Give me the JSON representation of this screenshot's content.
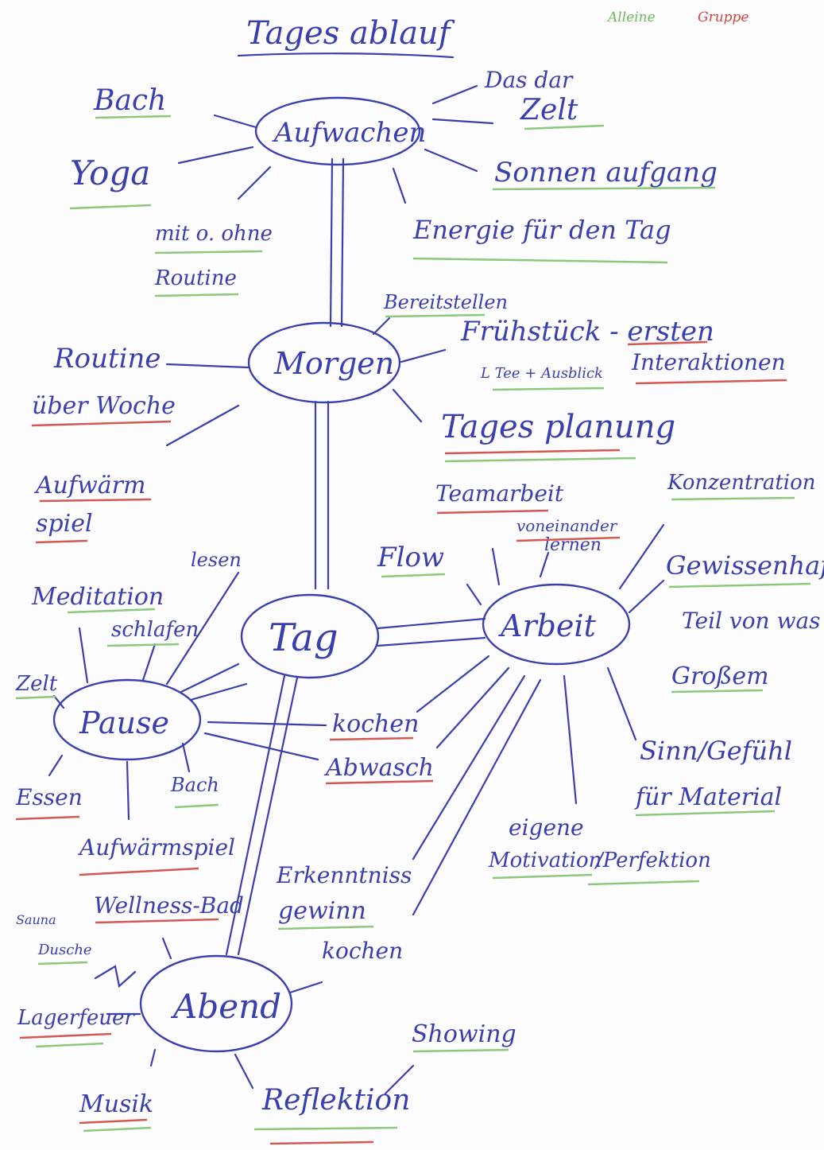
{
  "title": "Tages ablauf",
  "legend": {
    "alone": "Alleine",
    "group": "Gruppe",
    "alone_color": "#6fb85a",
    "group_color": "#d0453c"
  },
  "ink_color": "#3a3fae",
  "nodes": {
    "aufwachen": "Aufwachen",
    "morgen": "Morgen",
    "tag": "Tag",
    "arbeit": "Arbeit",
    "pause": "Pause",
    "abend": "Abend"
  },
  "aufwachen": {
    "bach": "Bach",
    "yoga": "Yoga",
    "dasdar": "Das dar",
    "zelt": "Zelt",
    "sonnenaufgang": "Sonnen aufgang",
    "energie": "Energie für den Tag",
    "routine1": "mit o. ohne",
    "routine2": "Routine"
  },
  "morgen": {
    "bereitstellen": "Bereitstellen",
    "fruehstueck": "Frühstück - ersten",
    "interaktionen": "Interaktionen",
    "tee": "L Tee + Ausblick",
    "planung": "Tages planung",
    "routine1": "Routine",
    "routine2": "über Woche",
    "aufwaerm1": "Aufwärm",
    "aufwaerm2": "spiel"
  },
  "arbeit": {
    "teamarbeit": "Teamarbeit",
    "konzentration": "Konzentration",
    "voneinander1": "voneinander",
    "voneinander2": "lernen",
    "flow": "Flow",
    "gewissenhaft": "Gewissenhaft",
    "teil1": "Teil von was",
    "teil2": "Großem",
    "sinn1": "Sinn/Gefühl",
    "sinn2": "für Material",
    "motivation1": "eigene",
    "motivation2": "Motivation",
    "perfektion": "/Perfektion"
  },
  "pause": {
    "meditation": "Meditation",
    "lesen": "lesen",
    "schlafen": "schlafen",
    "zelt": "Zelt",
    "kochen": "kochen",
    "abwasch": "Abwasch",
    "essen": "Essen",
    "bach": "Bach",
    "aufwaermspiel": "Aufwärmspiel"
  },
  "abend": {
    "erkenntnis1": "Erkenntniss",
    "erkenntnis2": "gewinn",
    "kochen": "kochen",
    "wellness": "Wellness-Bad",
    "sauna1": "Sauna",
    "sauna2": "Dusche",
    "lagerfeuer": "Lagerfeuer",
    "musik": "Musik",
    "reflektion": "Reflektion",
    "showing": "Showing"
  }
}
